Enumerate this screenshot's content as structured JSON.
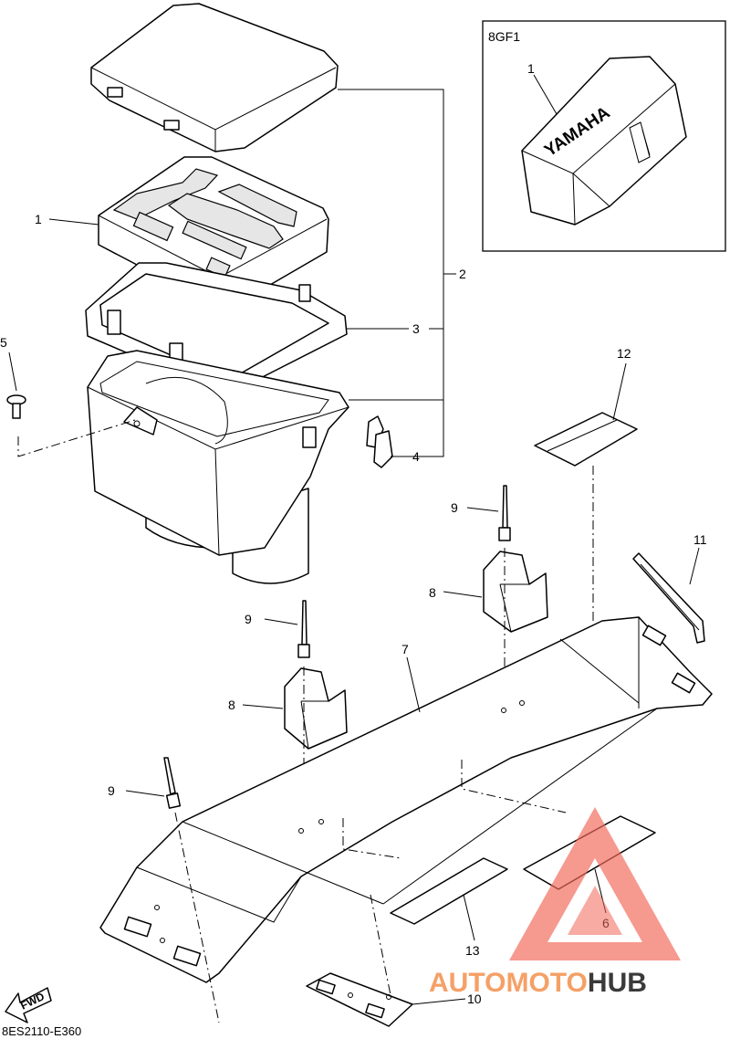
{
  "diagram": {
    "variant_box_label": "8GF1",
    "diagram_code": "8ES2110-E360",
    "brand_text": "YAMAHA",
    "fwd_arrow_text": "FWD",
    "callouts": {
      "c1": "1",
      "c1b": "1",
      "c2": "2",
      "c3": "3",
      "c4": "4",
      "c5": "5",
      "c6": "6",
      "c7": "7",
      "c8a": "8",
      "c8b": "8",
      "c9a": "9",
      "c9b": "9",
      "c9c": "9",
      "c10": "10",
      "c11": "11",
      "c12": "12",
      "c13": "13"
    }
  },
  "watermark": {
    "part1": "AUTOMOTO",
    "part2": "HUB",
    "color_primary": "#f26a5a",
    "color_secondary": "#3a3a3a",
    "color_accent": "#f5c06b"
  }
}
